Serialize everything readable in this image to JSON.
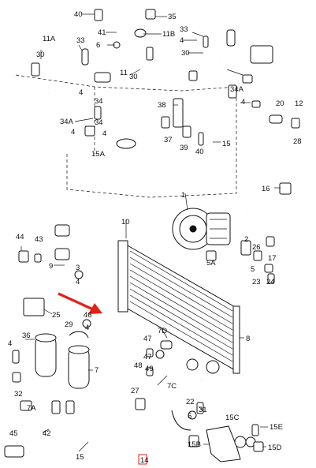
{
  "labels": {
    "l40": "40",
    "l41": "41",
    "l35": "35",
    "l11b": "11B",
    "l6": "6",
    "l11a": "11A",
    "l30a": "30",
    "l33a": "33",
    "l30b": "30",
    "l11": "11",
    "l33b": "33",
    "l4a": "4",
    "l30c": "30",
    "l34a": "34",
    "l4b": "4",
    "l34aa": "34A",
    "l4c": "4",
    "l34b": "34",
    "l4d": "4",
    "l15a": "15A",
    "l38": "38",
    "l37": "37",
    "l39": "39",
    "l40b": "40",
    "l15": "15",
    "l34ab": "34A",
    "l4e": "4",
    "l20": "20",
    "l12": "12",
    "l28": "28",
    "l16": "16",
    "l10": "10",
    "l1": "1",
    "l2": "2",
    "l26": "26",
    "l17": "17",
    "l5a": "5A",
    "l5": "5",
    "l23": "23",
    "l44": "44",
    "l43": "43",
    "l9": "9",
    "l3": "3",
    "l25": "25",
    "l46": "46",
    "l29": "29",
    "l7d": "7D",
    "l47a": "47",
    "l47b": "47",
    "l48": "48",
    "l49": "49",
    "l8": "8",
    "l36": "36",
    "l7": "7",
    "l7c": "7C",
    "l32": "32",
    "l7a": "7A",
    "l4f": "4",
    "l27": "27",
    "l22": "22",
    "l31": "31",
    "l15c": "15C",
    "l15e": "15E",
    "l15b": "15B",
    "l15d": "15D",
    "l45": "45",
    "l42": "42",
    "l15f": "15",
    "l14": "14",
    "l24": "24",
    "l4g": "4",
    "l4h": "4",
    "l6b": "6"
  }
}
